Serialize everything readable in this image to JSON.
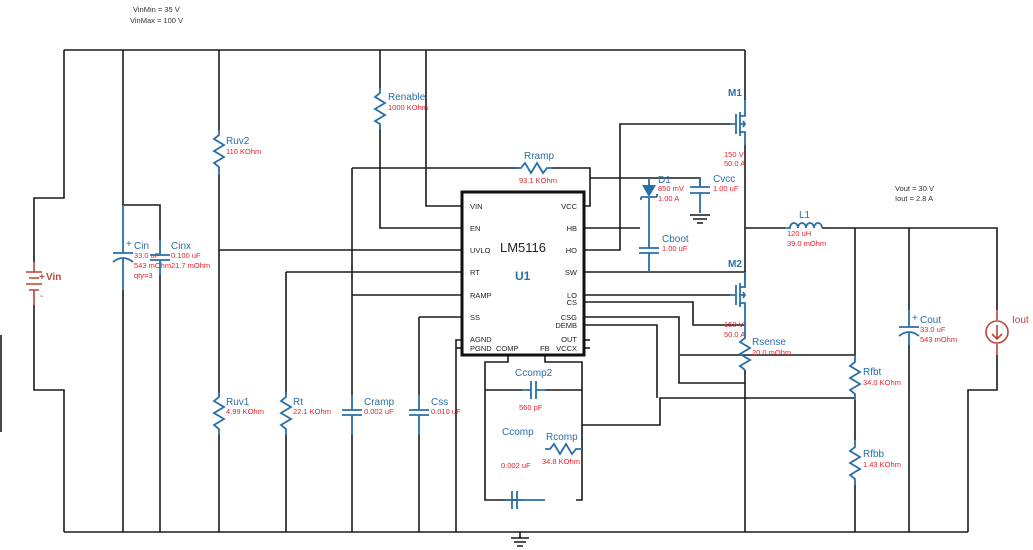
{
  "notes": {
    "vin_min": "VinMin = 35 V",
    "vin_max": "VinMax = 100 V",
    "vout": "Vout = 30 V",
    "iout": "Iout = 2.8 A"
  },
  "ic": {
    "part": "LM5116",
    "ref": "U1",
    "pins_left": [
      "VIN",
      "EN",
      "UVLO",
      "RT",
      "RAMP",
      "SS",
      "AGND",
      "PGND"
    ],
    "pins_right": [
      "VCC",
      "HB",
      "HO",
      "SW",
      "LO",
      "CS",
      "CSG",
      "DEMB",
      "OUT",
      "VCCX"
    ],
    "pins_bottom": [
      "COMP",
      "FB"
    ]
  },
  "sources": {
    "vin": {
      "name": "Vin",
      "plus": "+",
      "minus": "-"
    },
    "iout": {
      "name": "Iout"
    }
  },
  "components": {
    "cin": {
      "name": "Cin",
      "value": "33.0 uF",
      "esr": "543 mOhm",
      "qty": "qty=3"
    },
    "cinx": {
      "name": "Cinx",
      "value": "0.100 uF",
      "esr": "21.7 mOhm"
    },
    "ruv2": {
      "name": "Ruv2",
      "value": "110 KOhm"
    },
    "ruv1": {
      "name": "Ruv1",
      "value": "4.99 KOhm"
    },
    "renable": {
      "name": "Renable",
      "value": "1000 KOhm"
    },
    "rramp": {
      "name": "Rramp",
      "value": "93.1 KOhm"
    },
    "rt": {
      "name": "Rt",
      "value": "22.1 KOhm"
    },
    "cramp": {
      "name": "Cramp",
      "value": "0.002 uF"
    },
    "css": {
      "name": "Css",
      "value": "0.010 uF"
    },
    "ccomp2": {
      "name": "Ccomp2",
      "value": "560 pF"
    },
    "ccomp": {
      "name": "Ccomp",
      "value": "0.002 uF"
    },
    "rcomp": {
      "name": "Rcomp",
      "value": "34.8 KOhm"
    },
    "m1": {
      "name": "M1",
      "vrating": "150 V",
      "irating": "50.0 A"
    },
    "m2": {
      "name": "M2",
      "vrating": "150 V",
      "irating": "50.0 A"
    },
    "d1": {
      "name": "D1",
      "vf": "850 mV",
      "irating": "1.00 A"
    },
    "cvcc": {
      "name": "Cvcc",
      "value": "1.00 uF"
    },
    "cboot": {
      "name": "Cboot",
      "value": "1.00 uF"
    },
    "l1": {
      "name": "L1",
      "value": "120 uH",
      "dcr": "39.0 mOhm"
    },
    "rsense": {
      "name": "Rsense",
      "value": "20.0 mOhm"
    },
    "cout": {
      "name": "Cout",
      "value": "33.0 uF",
      "esr": "543 mOhm"
    },
    "rfbt": {
      "name": "Rfbt",
      "value": "34.0 KOhm"
    },
    "rfbb": {
      "name": "Rfbb",
      "value": "1.43 KOhm"
    }
  },
  "colors": {
    "wire": "#1a1a1a",
    "component": "#2a6fa8",
    "value_text": "#e8212b",
    "source": "#b8453a"
  }
}
